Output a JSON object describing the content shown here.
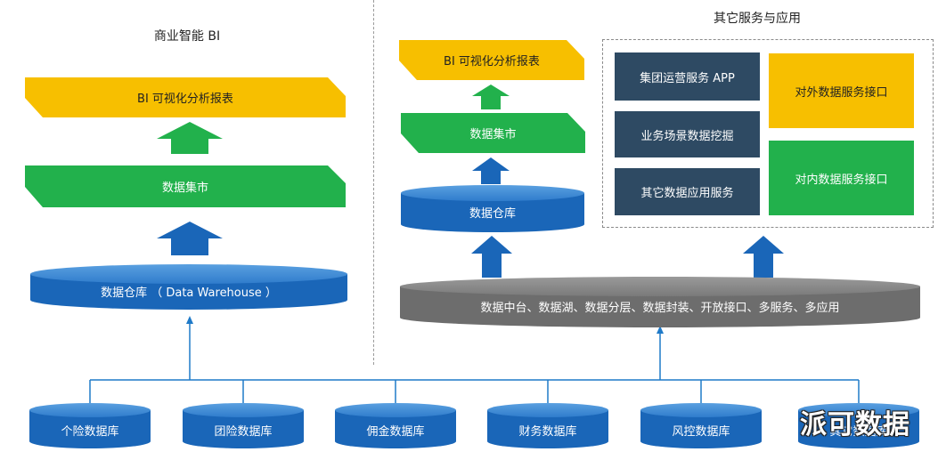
{
  "left": {
    "title": "商业智能 BI",
    "bi_report": "BI 可视化分析报表",
    "data_mart": "数据集市",
    "data_warehouse": "数据仓库 （ Data Warehouse ）"
  },
  "right": {
    "bi_report": "BI 可视化分析报表",
    "data_mart": "数据集市",
    "data_warehouse": "数据仓库",
    "other_title": "其它服务与应用",
    "services": [
      "集团运营服务 APP",
      "业务场景数据挖掘",
      "其它数据应用服务"
    ],
    "external_api": "对外数据服务接口",
    "internal_api": "对内数据服务接口",
    "platform": "数据中台、数据湖、数据分层、数据封装、开放接口、多服务、多应用"
  },
  "sources": [
    "个险数据库",
    "团险数据库",
    "佣金数据库",
    "财务数据库",
    "风控数据库",
    "其它数据库"
  ],
  "watermark": "派可数据",
  "colors": {
    "yellow": "#f7bf00",
    "green": "#22b14c",
    "blue": "#1a66b8",
    "dark": "#2e4a63",
    "gray": "#6d6d6d"
  }
}
